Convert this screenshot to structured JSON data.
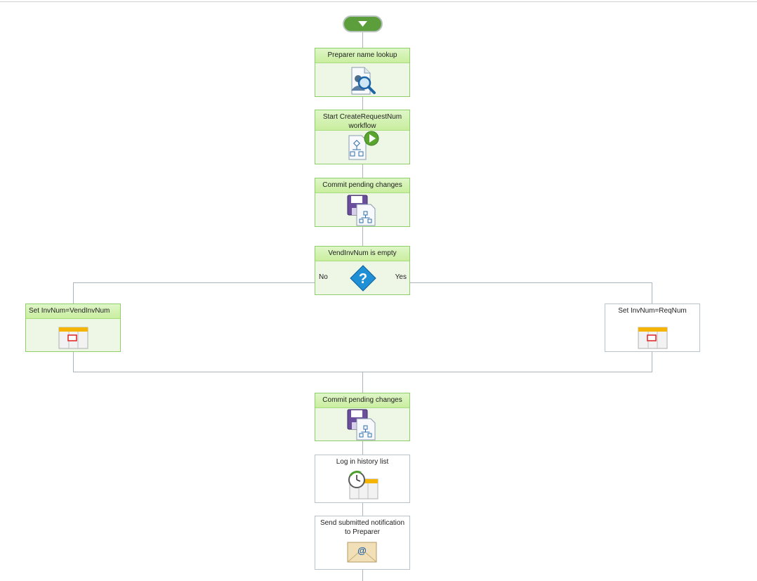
{
  "start": {
    "icon": "triangle-down-icon"
  },
  "nodes": {
    "preparer_lookup": {
      "title": "Preparer name lookup",
      "icon": "user-search-icon"
    },
    "start_workflow": {
      "title": "Start CreateRequestNum workflow",
      "icon": "start-workflow-icon"
    },
    "commit1": {
      "title": "Commit pending changes",
      "icon": "commit-changes-icon"
    },
    "condition": {
      "title": "VendInvNum is empty",
      "no_label": "No",
      "yes_label": "Yes",
      "icon": "question-diamond-icon"
    },
    "set_vend": {
      "title": "Set InvNum=VendInvNum",
      "icon": "set-field-icon"
    },
    "set_req": {
      "title": "Set InvNum=ReqNum",
      "icon": "set-field-icon"
    },
    "commit2": {
      "title": "Commit pending changes",
      "icon": "commit-changes-icon"
    },
    "log_history": {
      "title": "Log in history list",
      "icon": "history-log-icon"
    },
    "send_notification": {
      "title": "Send submitted notification to Preparer",
      "icon": "email-icon"
    }
  },
  "colors": {
    "active_fill": "#eef7e6",
    "active_border": "#8fcf6a",
    "header_fill": "#c9ee9f",
    "connector": "#a9b4bd",
    "start_pill": "#5c9e3c"
  }
}
